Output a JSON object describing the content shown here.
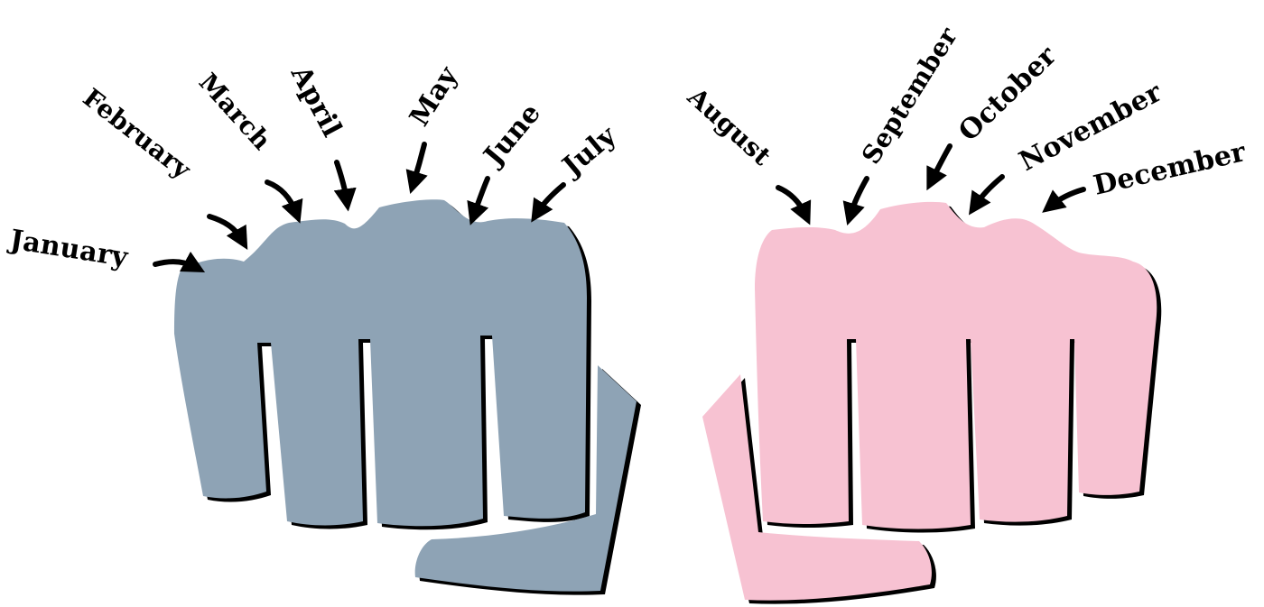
{
  "colors": {
    "left_fist": "#8ea3b5",
    "right_fist": "#f7c2d2",
    "outline": "#000000",
    "background": "#ffffff"
  },
  "left_fist": {
    "months": [
      "January",
      "February",
      "March",
      "April",
      "May",
      "June",
      "July"
    ]
  },
  "right_fist": {
    "months": [
      "August",
      "September",
      "October",
      "November",
      "December"
    ]
  }
}
